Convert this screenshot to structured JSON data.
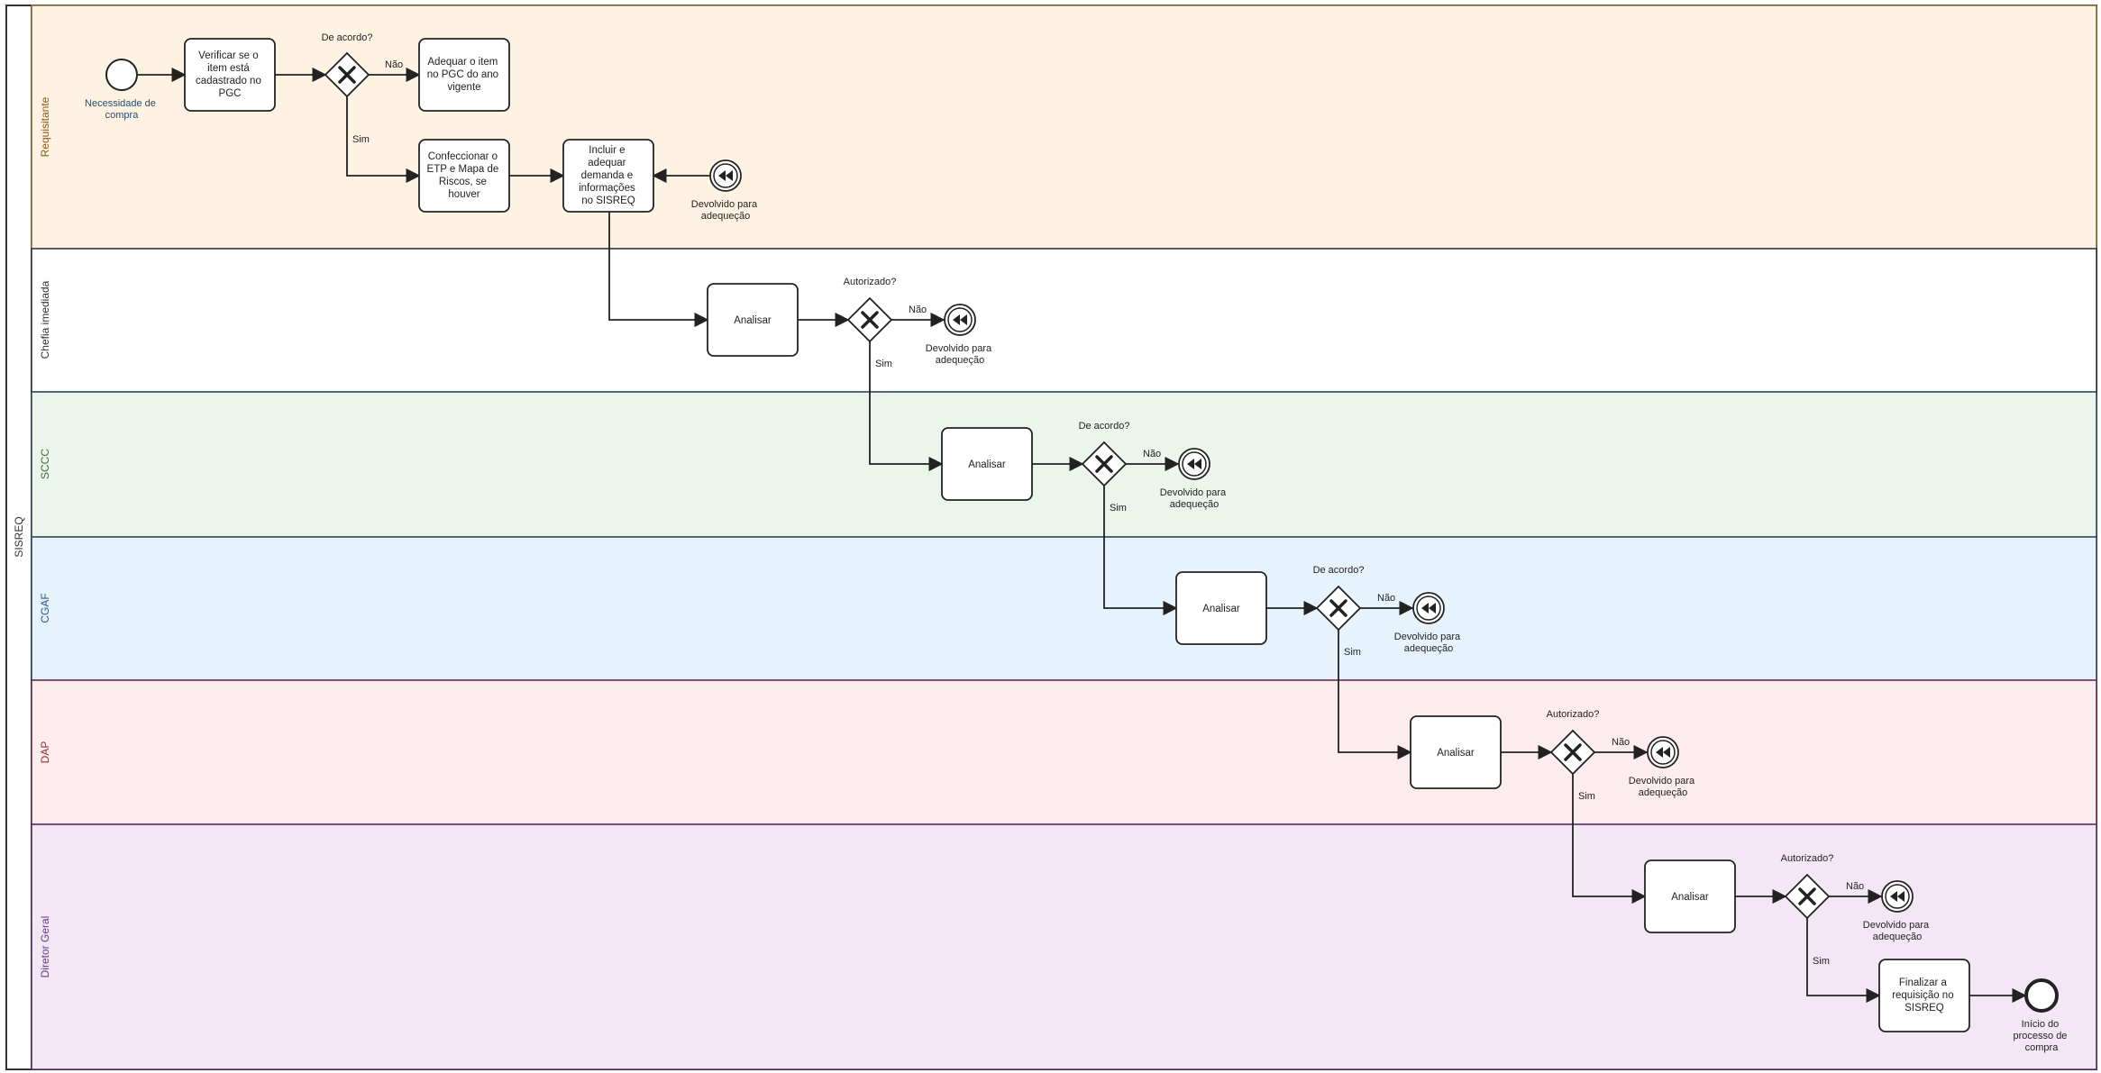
{
  "pool": {
    "label": "SISREQ"
  },
  "lanes": [
    {
      "label": "Requisitante",
      "fill": "#fef2e2",
      "text_color": "#8a5a1a"
    },
    {
      "label": "Chefia imediada",
      "fill": "#ffffff",
      "text_color": "#333333"
    },
    {
      "label": "SCCC",
      "fill": "#ecf5eb",
      "text_color": "#3c6b3a"
    },
    {
      "label": "CGAF",
      "fill": "#e6f2fc",
      "text_color": "#2f5a80"
    },
    {
      "label": "DAP",
      "fill": "#fdecee",
      "text_color": "#9a3030"
    },
    {
      "label": "Diretor Geral",
      "fill": "#f3e6f5",
      "text_color": "#6a3a8a"
    }
  ],
  "events": {
    "start": {
      "label": "Necessidade de compra"
    },
    "returned_label": "Devolvido para adequeção",
    "end": {
      "label": "Início do processo de compra"
    }
  },
  "tasks": {
    "check_pgc": "Verificar se o item está cadastrado no PGC",
    "adjust_pgc": "Adequar o item no PGC do ano vigente",
    "make_etp": "Confeccionar o ETP e Mapa de Riscos, se houver",
    "include_sisreq": "Incluir e adequar demanda e informações no SISREQ",
    "analyze": "Analisar",
    "finalize": "Finalizar a requisição no SISREQ"
  },
  "gateways": {
    "agree": "De acordo?",
    "authorized": "Autorizado?"
  },
  "flow_labels": {
    "no": "Não",
    "yes": "Sim"
  }
}
